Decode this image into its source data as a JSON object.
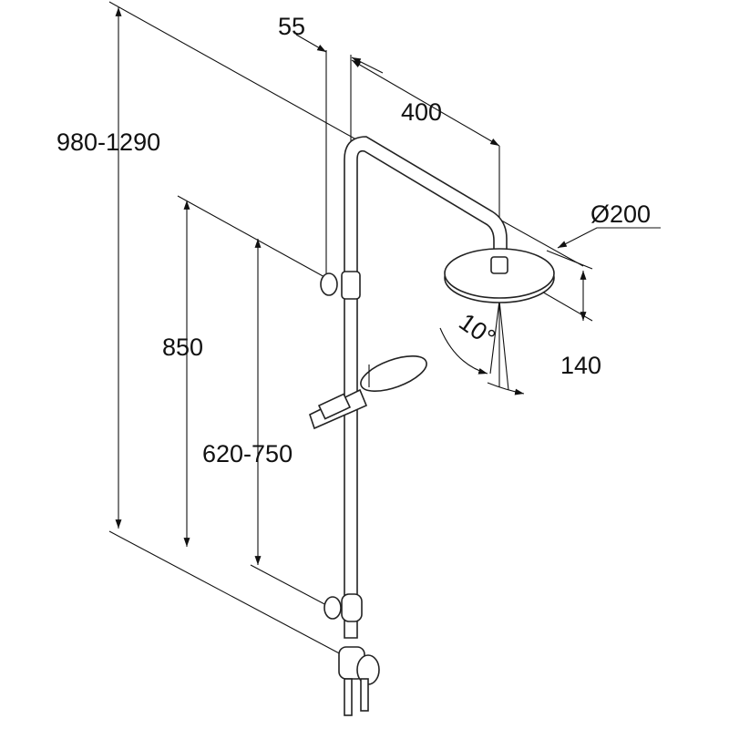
{
  "dimensions": {
    "rail_offset": "55",
    "arm_length": "400",
    "total_height": "980-1290",
    "head_diameter": "Ø200",
    "bracket_height": "850",
    "head_drop": "140",
    "tilt_angle": "10°",
    "slider_range": "620-750"
  }
}
